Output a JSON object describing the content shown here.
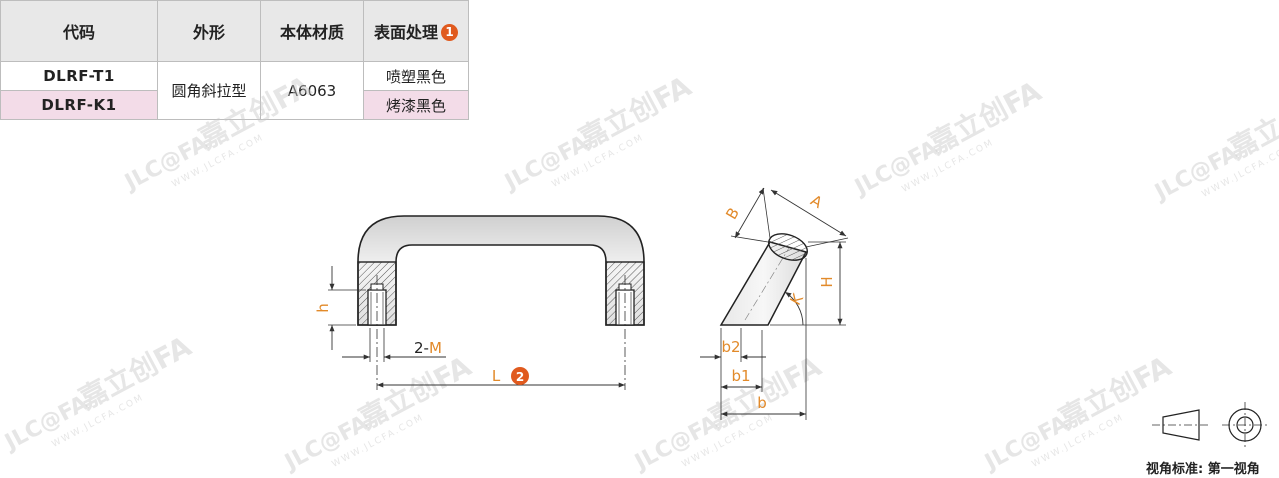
{
  "table": {
    "headers": {
      "code": "代码",
      "shape": "外形",
      "material": "本体材质",
      "finish": "表面处理",
      "finish_note": "1"
    },
    "rows": [
      {
        "code": "DLRF-T1",
        "finish": "喷塑黑色"
      },
      {
        "code": "DLRF-K1",
        "finish": "烤漆黑色"
      }
    ],
    "shape_value": "圆角斜拉型",
    "material_value": "A6063"
  },
  "front_view": {
    "label_h": "h",
    "label_m_prefix": "2-",
    "label_m": "M",
    "label_l": "L",
    "label_l_note": "2"
  },
  "side_view": {
    "label_a": "A",
    "label_b": "B",
    "label_h": "H",
    "label_k": "K",
    "label_b2": "b2",
    "label_b1": "b1",
    "label_b_small": "b"
  },
  "view_standard": "视角标准: 第一视角",
  "watermark": {
    "logo": "JLC@FA",
    "brand": "嘉立创FA",
    "url": "WWW.JLCFA.COM"
  },
  "colors": {
    "accent_orange": "#e28a2a",
    "note_badge": "#e05a1e",
    "code_blue": "#3b5e8c",
    "k1_row_bg": "#f3dce8",
    "header_bg": "#e8e8e8"
  }
}
